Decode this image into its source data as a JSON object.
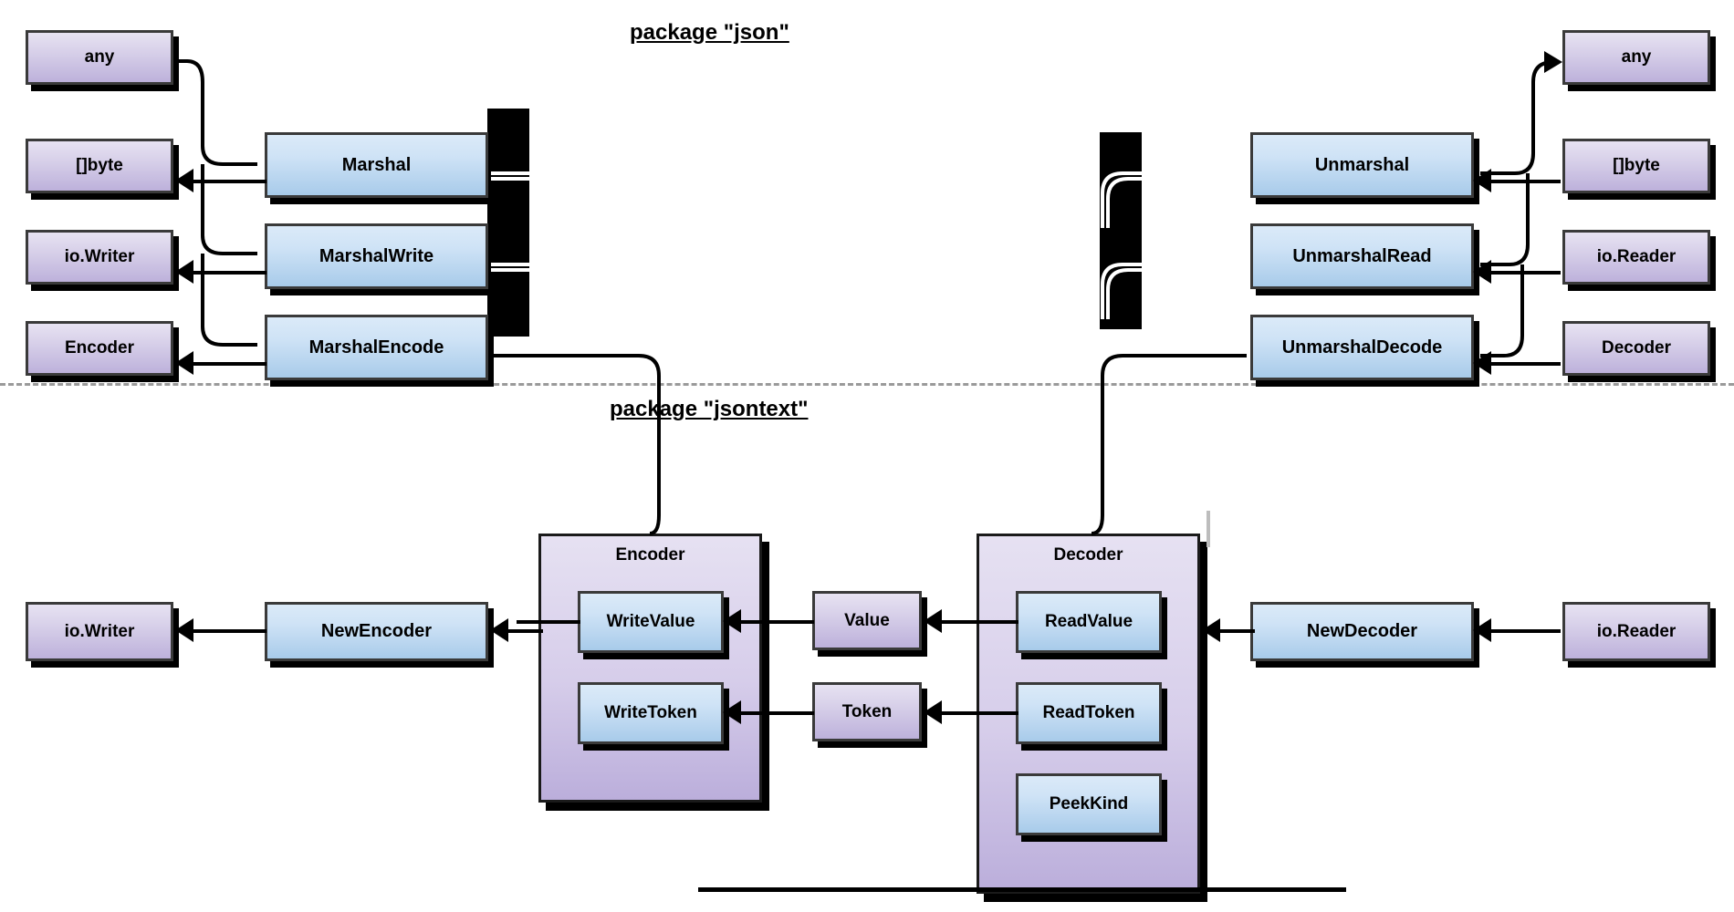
{
  "diagram": {
    "title_json": "package \"json\"",
    "title_jsontext": "package \"jsontext\"",
    "colors": {
      "type_node": "#bdb1db",
      "func_node": "#a8cbea",
      "group": "#bbaedb",
      "border": "#3a3a3a",
      "divider": "#9a9a9a",
      "artifact": "#000000"
    }
  },
  "packages": [
    {
      "name": "json",
      "label": "package \"json\""
    },
    {
      "name": "jsontext",
      "label": "package \"jsontext\""
    }
  ],
  "json_package": {
    "marshal_side": {
      "types": [
        {
          "label": "any",
          "kind": "type"
        },
        {
          "label": "[]byte",
          "kind": "type"
        },
        {
          "label": "io.Writer",
          "kind": "type"
        },
        {
          "label": "Encoder",
          "kind": "type"
        }
      ],
      "funcs": [
        {
          "label": "Marshal",
          "kind": "func"
        },
        {
          "label": "MarshalWrite",
          "kind": "func"
        },
        {
          "label": "MarshalEncode",
          "kind": "func"
        }
      ]
    },
    "unmarshal_side": {
      "funcs": [
        {
          "label": "Unmarshal",
          "kind": "func"
        },
        {
          "label": "UnmarshalRead",
          "kind": "func"
        },
        {
          "label": "UnmarshalDecode",
          "kind": "func"
        }
      ],
      "types": [
        {
          "label": "any",
          "kind": "type"
        },
        {
          "label": "[]byte",
          "kind": "type"
        },
        {
          "label": "io.Reader",
          "kind": "type"
        },
        {
          "label": "Decoder",
          "kind": "type"
        }
      ]
    }
  },
  "jsontext_package": {
    "encoder_group": {
      "title": "Encoder",
      "methods": [
        {
          "label": "WriteValue",
          "kind": "func"
        },
        {
          "label": "WriteToken",
          "kind": "func"
        }
      ]
    },
    "decoder_group": {
      "title": "Decoder",
      "methods": [
        {
          "label": "ReadValue",
          "kind": "func"
        },
        {
          "label": "ReadToken",
          "kind": "func"
        },
        {
          "label": "PeekKind",
          "kind": "func"
        }
      ]
    },
    "left_chain": [
      {
        "label": "io.Writer",
        "kind": "type"
      },
      {
        "label": "NewEncoder",
        "kind": "func"
      }
    ],
    "middle_tokens": [
      {
        "label": "Value",
        "kind": "type"
      },
      {
        "label": "Token",
        "kind": "type"
      }
    ],
    "right_chain": [
      {
        "label": "NewDecoder",
        "kind": "func"
      },
      {
        "label": "io.Reader",
        "kind": "type"
      }
    ]
  }
}
